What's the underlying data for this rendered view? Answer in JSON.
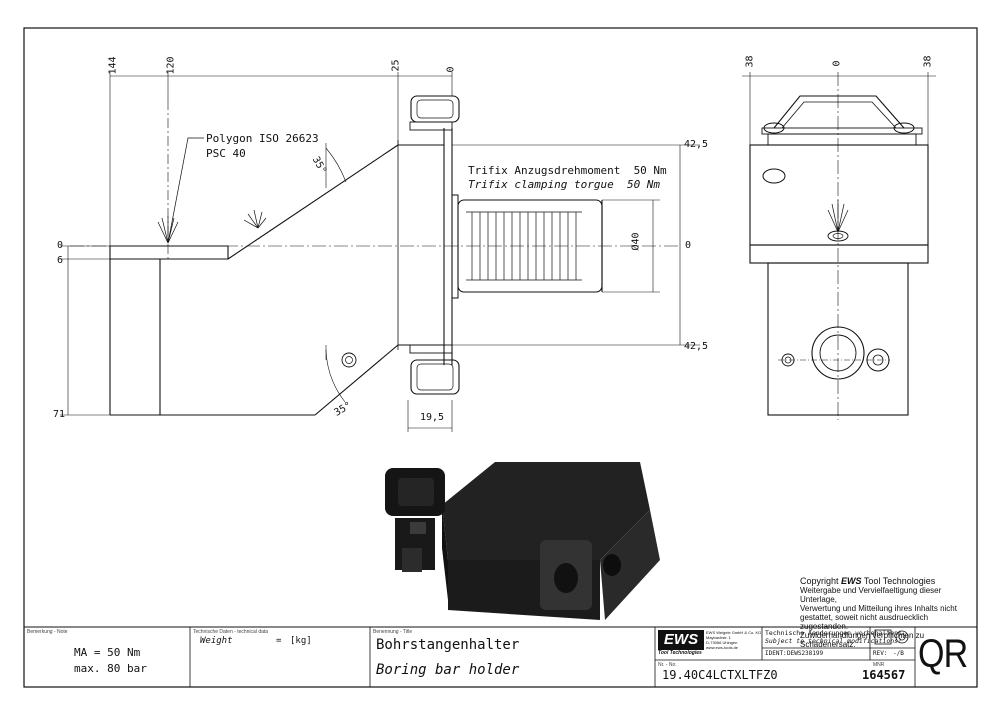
{
  "dimensions": {
    "left_top": {
      "d144": "144",
      "d120": "120",
      "d25": "25",
      "d0": "0"
    },
    "left_side": {
      "zero": "0",
      "six": "6",
      "seventyone": "71"
    },
    "right_side": {
      "top": "42,5",
      "zero": "0",
      "bottom": "42,5",
      "diam": "Ø40"
    },
    "bottom": {
      "width": "19,5"
    },
    "angles": {
      "upper": "35°",
      "lower": "35°"
    },
    "side_view": {
      "left": "38",
      "zero": "0",
      "right": "38"
    }
  },
  "notes": {
    "polygon_line1": "Polygon ISO 26623",
    "polygon_line2": "PSC 40",
    "torque_de": "Trifix Anzugsdrehmoment  50 Nm",
    "torque_en": "Trifix clamping torgue  50 Nm"
  },
  "copyright": {
    "prefix": "Copyright ",
    "brand": "EWS",
    "suffix": " Tool Technologies",
    "lines": [
      "Weitergabe und Vervielfaeltigung dieser Unterlage,",
      "Verwertung und Mitteilung ihres Inhalts nicht",
      "gestattet, soweit nicht ausdruecklich zugestanden.",
      "Zuwiderhandlungen verpflichten zu Schadenersatz."
    ]
  },
  "title_block": {
    "remark_label": "Bemerkung - Note",
    "remark_line1": "MA = 50 Nm",
    "remark_line2": "max. 80 bar",
    "tech_label": "Technische Daten - technical data",
    "weight_label": "Weight",
    "weight_eq": "=",
    "weight_unit": "[kg]",
    "title_label": "Benennung - Title",
    "title_de": "Bohrstangenhalter",
    "title_en": "Boring bar holder",
    "logo": "EWS",
    "logo_sub": "Tool Technologies",
    "company_lines": [
      "EWS Weigele GmbH & Co. KG",
      "Maybachstr. 1",
      "D-73066 Uhingen",
      "www.ews-tools.de"
    ],
    "changes_de": "Technische Aenderungen vorbehalten!",
    "changes_en": "Subject to technical modifications!",
    "ident_label": "IDENT:",
    "ident_value": "DEWS238199",
    "rev_label": "REV:",
    "rev_value": "-/B",
    "nr_label": "Nr. - No.",
    "nr_value": "19.40C4LCTXLTFZ0",
    "mnr_label": "MNR",
    "mnr_value": "164567",
    "qr": "QR"
  },
  "colors": {
    "line": "#111111",
    "part": "#1a1a1a",
    "dim": "#111111"
  }
}
